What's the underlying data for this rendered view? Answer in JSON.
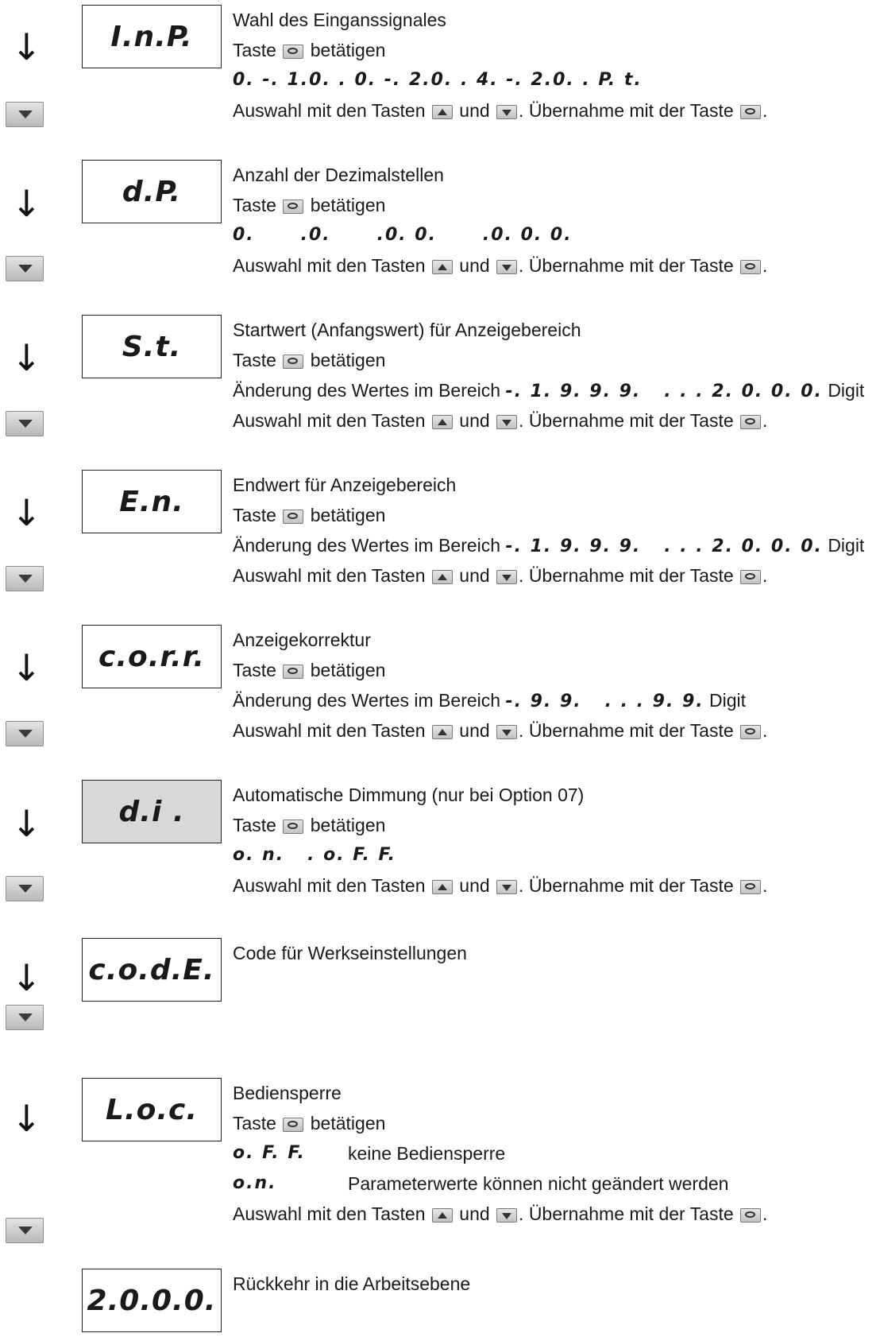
{
  "steps": [
    {
      "display": "I.n.P.",
      "title": "Wahl des Einganssignales",
      "press": [
        "Taste",
        "betätigen"
      ],
      "options": "0. -. 1.0. . 0. -. 2.0. . 4. -. 2.0. . P. t.",
      "select": [
        "Auswahl mit den Tasten",
        "und",
        ". Übernahme mit der Taste",
        "."
      ]
    },
    {
      "display": "d.P.",
      "title": "Anzahl der Dezimalstellen",
      "press": [
        "Taste",
        "betätigen"
      ],
      "options": "0.      .0.      .0. 0.      .0. 0. 0.",
      "select": [
        "Auswahl mit den Tasten",
        "und",
        ". Übernahme mit der Taste",
        "."
      ]
    },
    {
      "display": "S.t.",
      "title": "Startwert (Anfangswert) für Anzeigebereich",
      "press": [
        "Taste",
        "betätigen"
      ],
      "range": [
        "Änderung des Wertes im Bereich",
        "-. 1. 9. 9. 9.   . . . 2. 0. 0. 0.",
        "Digit"
      ],
      "select": [
        "Auswahl mit den Tasten",
        "und",
        ". Übernahme mit der Taste",
        "."
      ]
    },
    {
      "display": "E.n.",
      "title": "Endwert für Anzeigebereich",
      "press": [
        "Taste",
        "betätigen"
      ],
      "range": [
        "Änderung des Wertes im Bereich",
        "-. 1. 9. 9. 9.   . . . 2. 0. 0. 0.",
        "Digit"
      ],
      "select": [
        "Auswahl mit den Tasten",
        "und",
        ". Übernahme mit der Taste",
        "."
      ]
    },
    {
      "display": "c.o.r.r.",
      "title": "Anzeigekorrektur",
      "press": [
        "Taste",
        "betätigen"
      ],
      "range": [
        "Änderung des Wertes im Bereich",
        "-. 9. 9.   . . . 9. 9.",
        "Digit"
      ],
      "select": [
        "Auswahl mit den Tasten",
        "und",
        ". Übernahme mit der Taste",
        "."
      ]
    },
    {
      "display": "d.i .",
      "title": "Automatische Dimmung (nur bei Option 07)",
      "press": [
        "Taste",
        "betätigen"
      ],
      "options": "o. n.   . o. F. F.",
      "select": [
        "Auswahl mit den Tasten",
        "und",
        ". Übernahme mit der Taste",
        "."
      ]
    },
    {
      "display": "c.o.d.E.",
      "title": "Code für Werkseinstellungen"
    },
    {
      "display": "L.o.c.",
      "title": "Bediensperre",
      "press": [
        "Taste",
        "betätigen"
      ],
      "lock_options": [
        {
          "code": "o. F. F.",
          "text": "keine Bediensperre"
        },
        {
          "code": "o.n.",
          "text": "Parameterwerte können nicht geändert werden"
        }
      ],
      "select": [
        "Auswahl mit den Tasten",
        "und",
        ". Übernahme mit der Taste",
        "."
      ]
    },
    {
      "display": "2.0.0.0.",
      "title": "Rückkehr in die Arbeitsebene"
    }
  ],
  "arrow_glyph": "↓"
}
